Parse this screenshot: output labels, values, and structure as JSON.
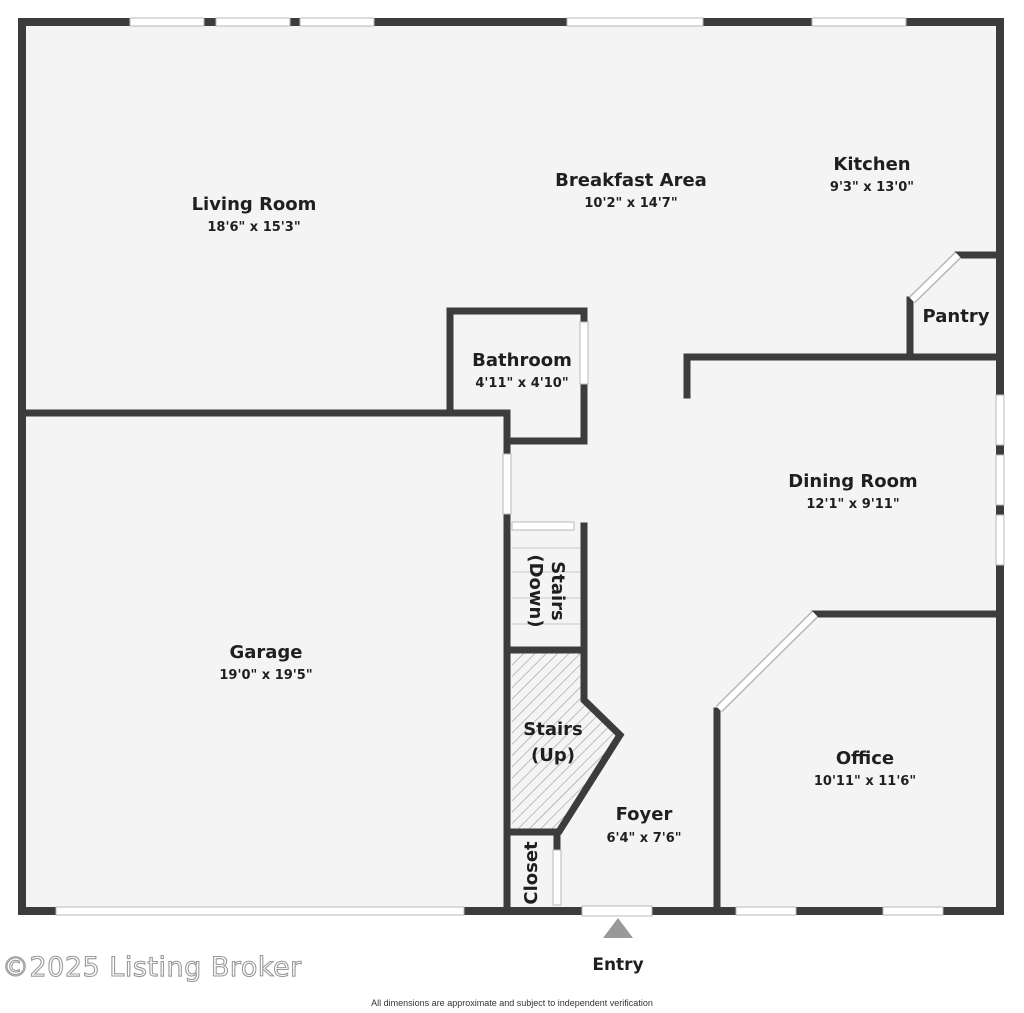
{
  "colors": {
    "wall": "#3c3c3c",
    "floor": "#f4f4f4",
    "text": "#1f1f1f",
    "arrow": "#999999"
  },
  "rooms": {
    "living_room": {
      "name": "Living Room",
      "dims": "18'6\" x 15'3\""
    },
    "breakfast_area": {
      "name": "Breakfast Area",
      "dims": "10'2\" x 14'7\""
    },
    "kitchen": {
      "name": "Kitchen",
      "dims": "9'3\" x 13'0\""
    },
    "pantry": {
      "name": "Pantry"
    },
    "bathroom": {
      "name": "Bathroom",
      "dims": "4'11\" x 4'10\""
    },
    "dining_room": {
      "name": "Dining Room",
      "dims": "12'1\" x 9'11\""
    },
    "garage": {
      "name": "Garage",
      "dims": "19'0\" x 19'5\""
    },
    "stairs_down": {
      "name_line1": "Stairs",
      "name_line2": "(Down)"
    },
    "stairs_up": {
      "name_line1": "Stairs",
      "name_line2": "(Up)"
    },
    "foyer": {
      "name": "Foyer",
      "dims": "6'4\" x 7'6\""
    },
    "office": {
      "name": "Office",
      "dims": "10'11\" x 11'6\""
    },
    "closet": {
      "name": "Closet"
    }
  },
  "entry": {
    "label": "Entry",
    "icon": "triangle-up-icon"
  },
  "watermark": "©2025 Listing Broker",
  "footer": "All dimensions are approximate and subject to independent verification"
}
